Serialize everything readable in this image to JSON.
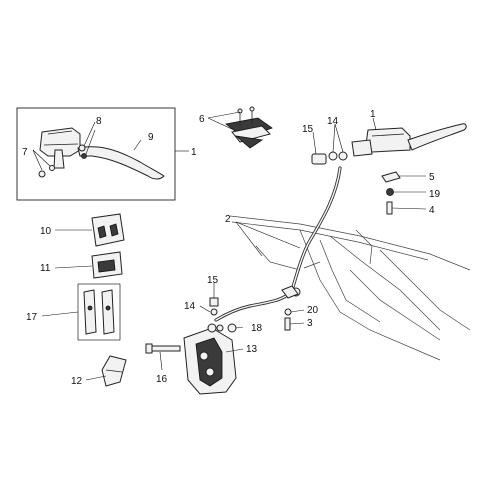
{
  "callouts": {
    "c1a": "1",
    "c1b": "1",
    "c2": "2",
    "c3": "3",
    "c4": "4",
    "c5": "5",
    "c6": "6",
    "c7": "7",
    "c8": "8",
    "c9": "9",
    "c10": "10",
    "c11": "11",
    "c12": "12",
    "c13": "13",
    "c14a": "14",
    "c14b": "14",
    "c15a": "15",
    "c15b": "15",
    "c16": "16",
    "c17": "17",
    "c18": "18",
    "c19": "19",
    "c20": "20"
  }
}
